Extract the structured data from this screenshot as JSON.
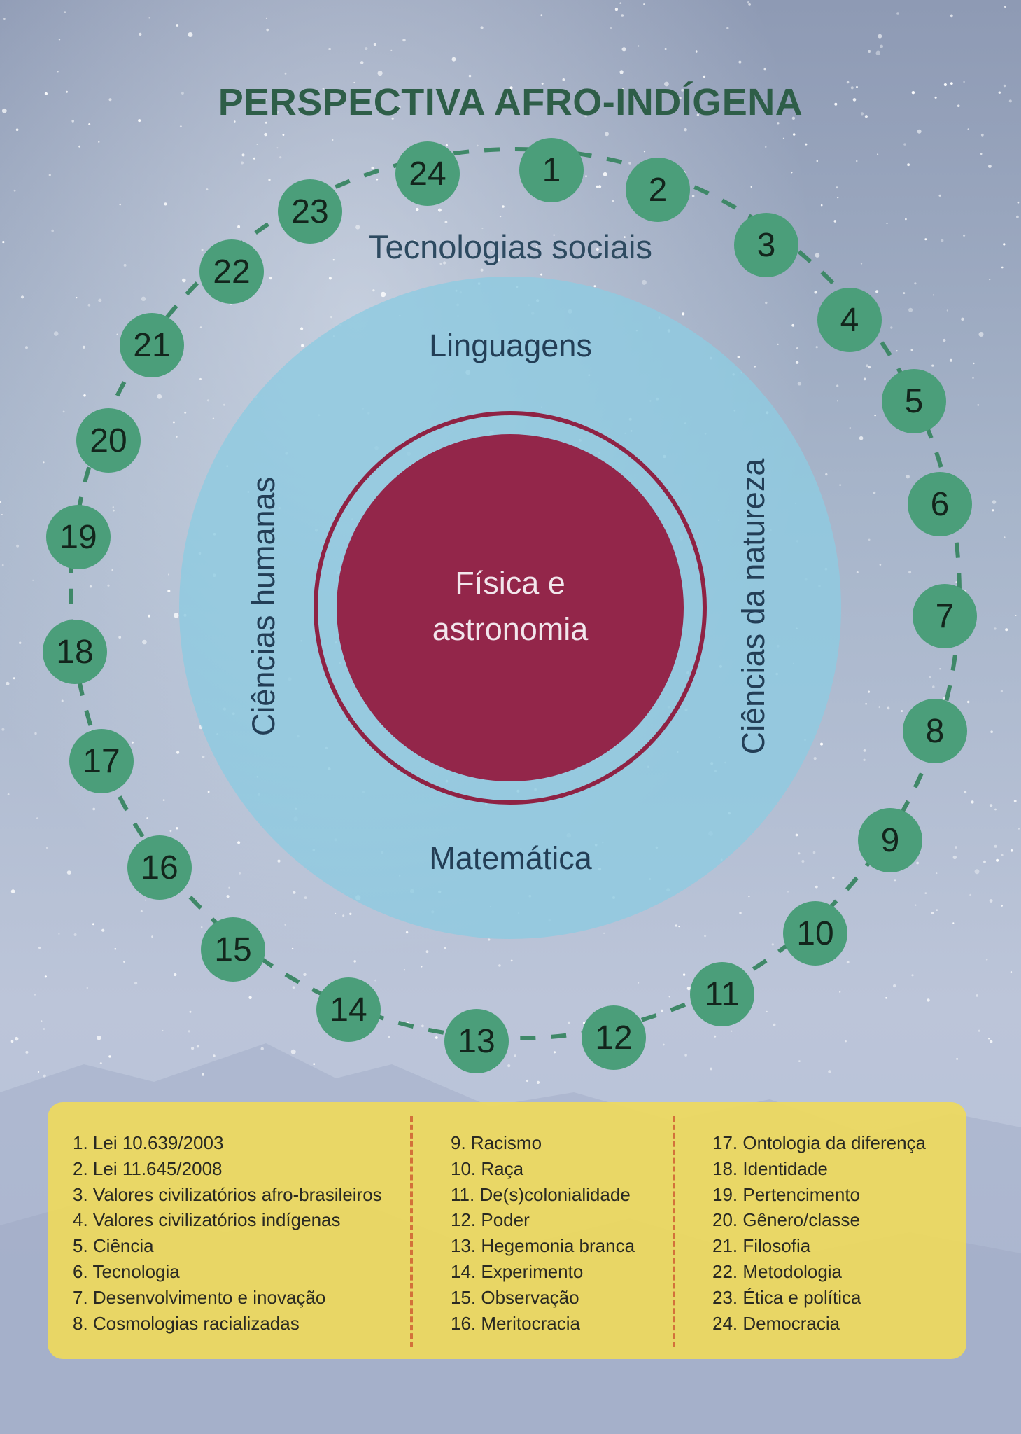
{
  "title": "PERSPECTIVA AFRO-INDÍGENA",
  "rings": {
    "outer": "Tecnologias sociais",
    "top": "Linguagens",
    "bottom": "Matemática",
    "left": "Ciências humanas",
    "right": "Ciências da natureza",
    "core_line1": "Física e",
    "core_line2": "astronomia"
  },
  "nodes": [
    "1",
    "2",
    "3",
    "4",
    "5",
    "6",
    "7",
    "8",
    "9",
    "10",
    "11",
    "12",
    "13",
    "14",
    "15",
    "16",
    "17",
    "18",
    "19",
    "20",
    "21",
    "22",
    "23",
    "24"
  ],
  "legend": {
    "col1": [
      "1. Lei 10.639/2003",
      "2. Lei 11.645/2008",
      "3. Valores civilizatórios afro-brasileiros",
      "4. Valores civilizatórios indígenas",
      "5. Ciência",
      "6. Tecnologia",
      "7. Desenvolvimento e inovação",
      "8. Cosmologias racializadas"
    ],
    "col2": [
      "9. Racismo",
      "10. Raça",
      "11. De(s)colonialidade",
      "12. Poder",
      "13. Hegemonia branca",
      "14. Experimento",
      "15. Observação",
      "16. Meritocracia"
    ],
    "col3": [
      "17. Ontologia da diferença",
      "18. Identidade",
      "19. Pertencimento",
      "20. Gênero/classe",
      "21. Filosofia",
      "22. Metodologia",
      "23. Ética e política",
      "24. Democracia"
    ]
  },
  "colors": {
    "node": "#4b9e7a",
    "blue_circle": "#8fcbe0",
    "core": "#93264a",
    "legend_bg": "#f0da5a",
    "title": "#2e5e48"
  }
}
